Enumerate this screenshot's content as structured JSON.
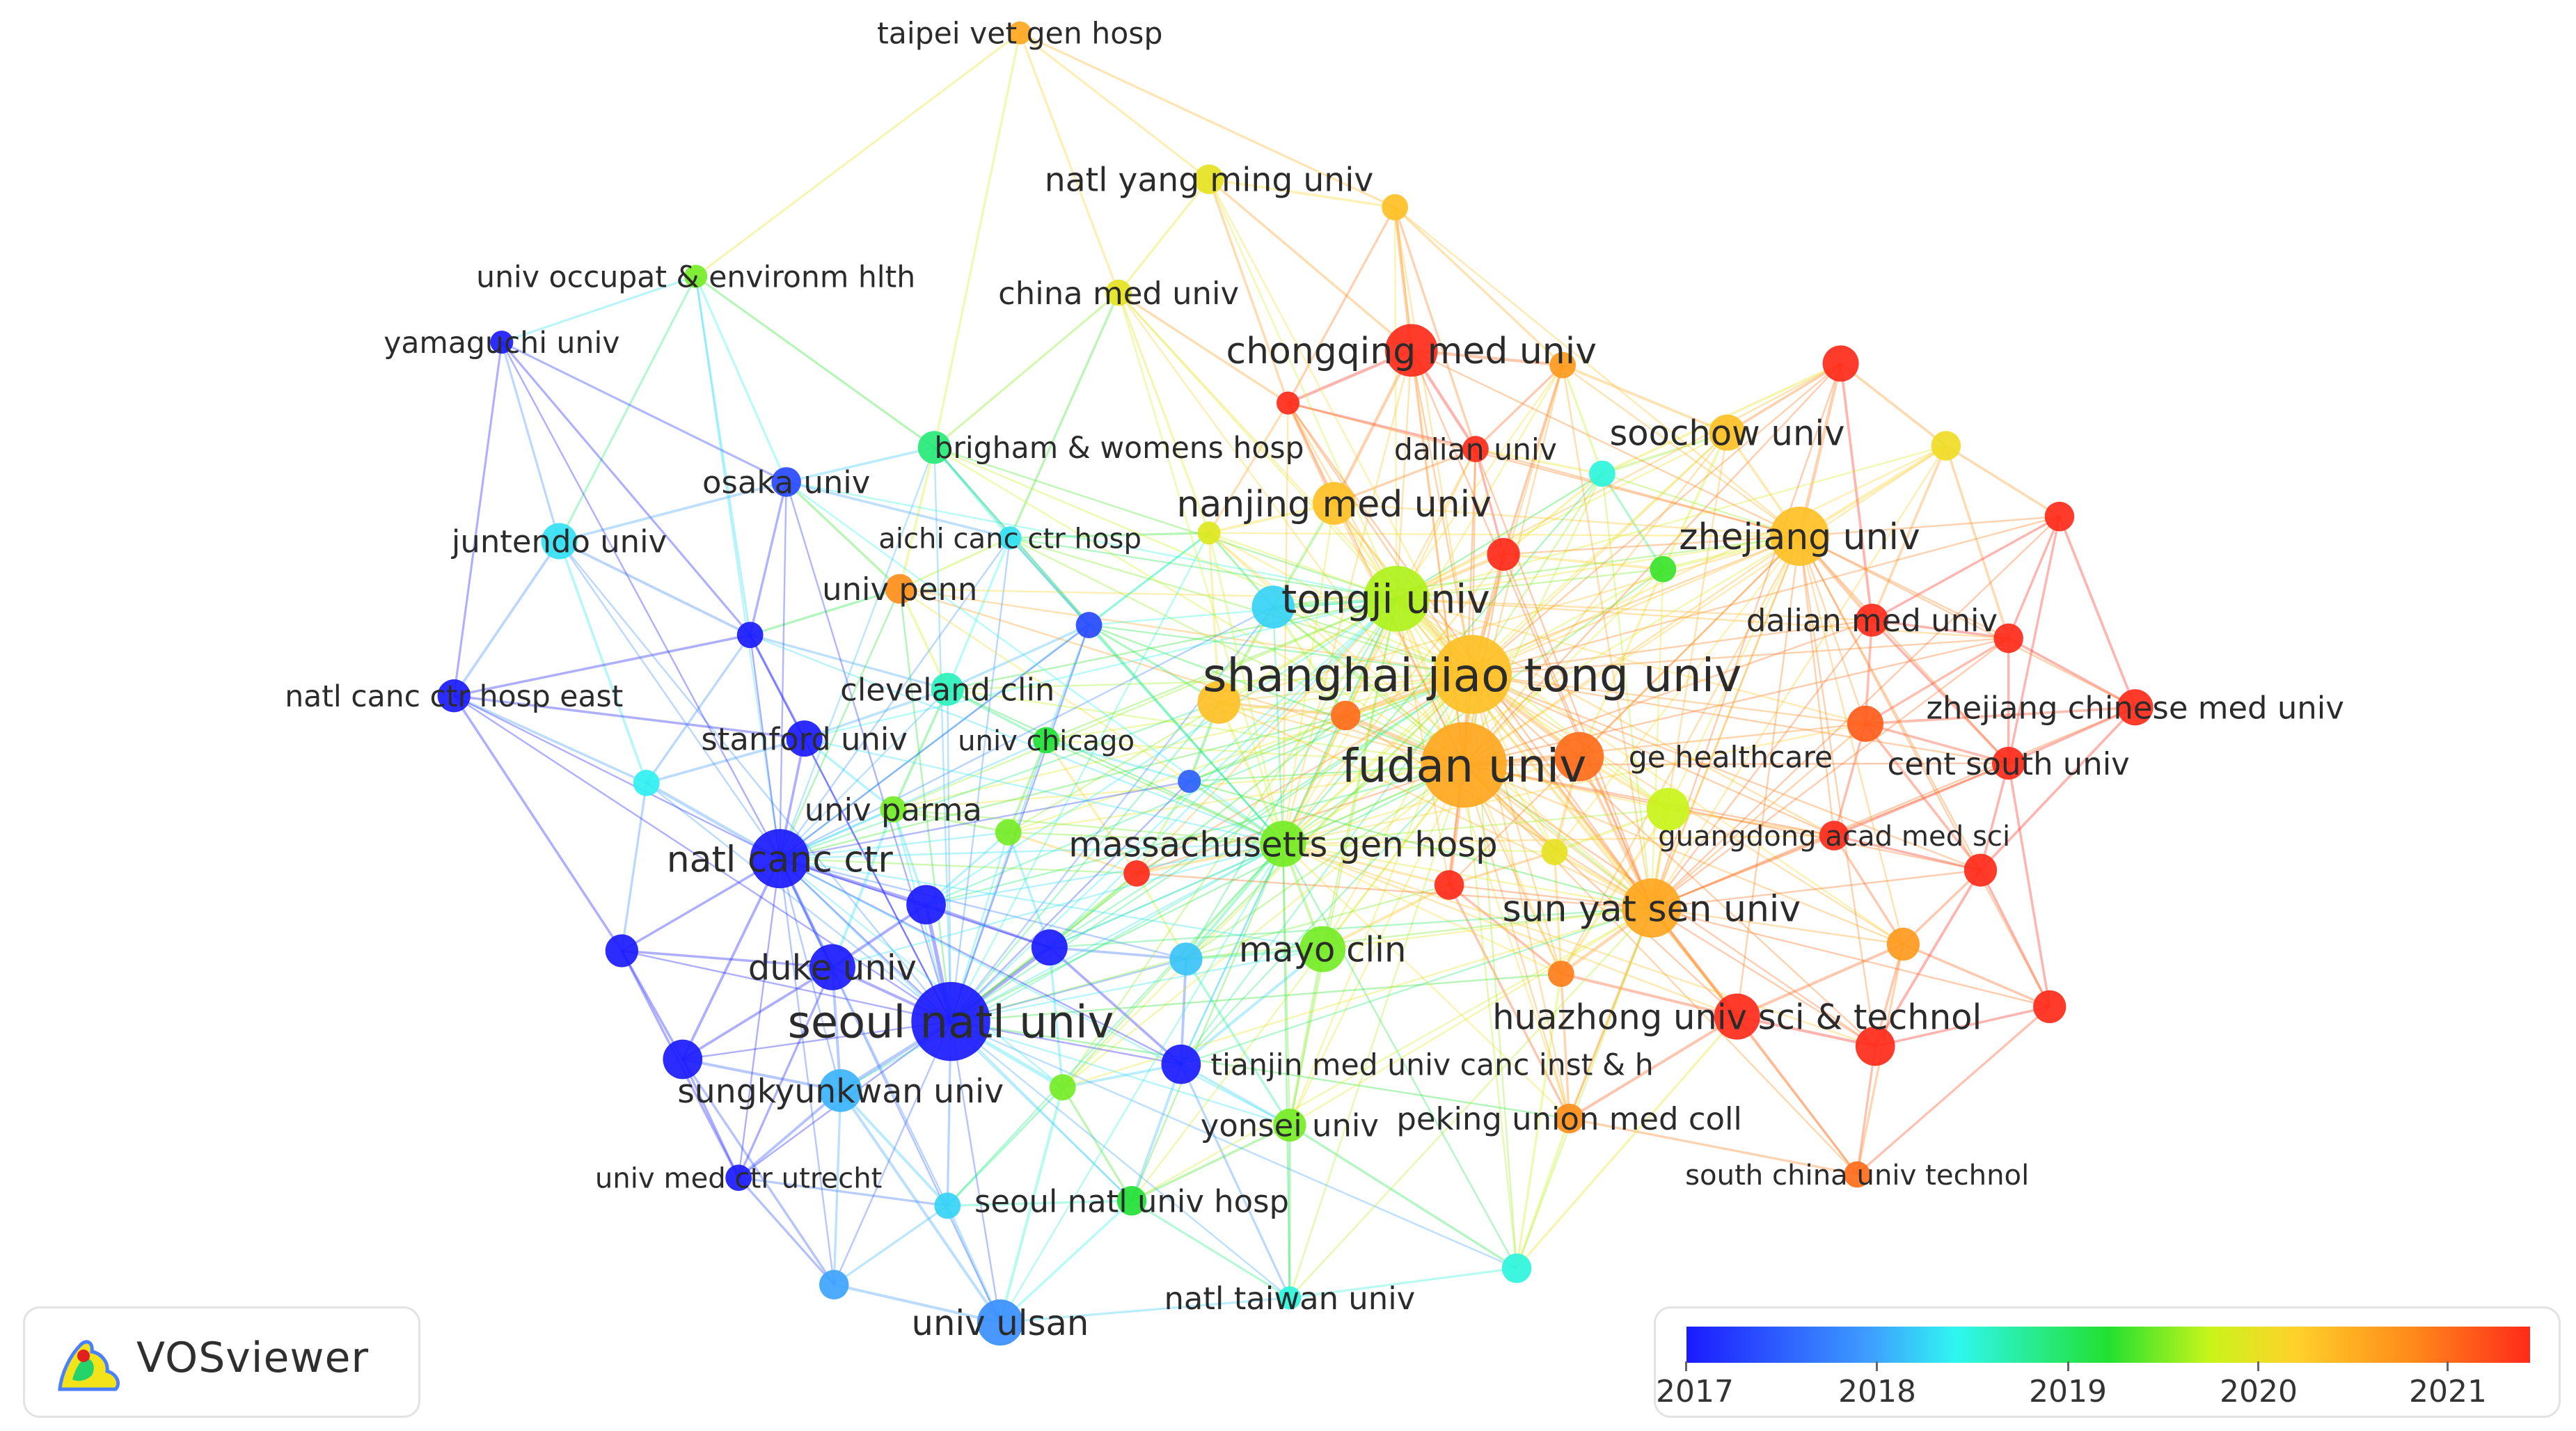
{
  "app": {
    "name": "VOSviewer"
  },
  "legend": {
    "years": [
      "2017",
      "2018",
      "2019",
      "2020",
      "2021"
    ],
    "color_stops": [
      "#1a1aff",
      "#3fa0ff",
      "#2ff7f0",
      "#22e030",
      "#c8f51a",
      "#ffd22a",
      "#ff8a1a",
      "#ff2a1a"
    ]
  },
  "network": {
    "labeled_nodes": [
      {
        "id": "taipei",
        "label": "taipei vet gen hosp",
        "year": 2020.2
      },
      {
        "id": "yangming",
        "label": "natl yang ming univ",
        "year": 2019.6
      },
      {
        "id": "occupat",
        "label": "univ occupat & environm hlth",
        "year": 2019.0
      },
      {
        "id": "chinamed",
        "label": "china med univ",
        "year": 2019.6
      },
      {
        "id": "yamaguchi",
        "label": "yamaguchi univ",
        "year": 2017.0
      },
      {
        "id": "chongqing",
        "label": "chongqing med univ",
        "year": 2021.0
      },
      {
        "id": "brigham",
        "label": "brigham & womens hosp",
        "year": 2018.5
      },
      {
        "id": "dalianu",
        "label": "dalian univ",
        "year": 2021.0
      },
      {
        "id": "soochow",
        "label": "soochow univ",
        "year": 2020.0
      },
      {
        "id": "osaka",
        "label": "osaka univ",
        "year": 2017.2
      },
      {
        "id": "nanjing",
        "label": "nanjing med univ",
        "year": 2020.0
      },
      {
        "id": "juntendo",
        "label": "juntendo univ",
        "year": 2018.0
      },
      {
        "id": "aichi",
        "label": "aichi canc ctr hosp",
        "year": 2018.0
      },
      {
        "id": "zhejiang",
        "label": "zhejiang univ",
        "year": 2020.0
      },
      {
        "id": "penn",
        "label": "univ penn",
        "year": 2020.4
      },
      {
        "id": "tongji",
        "label": "tongji univ",
        "year": 2019.2
      },
      {
        "id": "dalianmed",
        "label": "dalian med univ",
        "year": 2021.0
      },
      {
        "id": "cancer_east",
        "label": "natl canc ctr hosp east",
        "year": 2017.0
      },
      {
        "id": "cleveland",
        "label": "cleveland clin",
        "year": 2018.3
      },
      {
        "id": "sjtu",
        "label": "shanghai jiao tong univ",
        "year": 2020.0
      },
      {
        "id": "zjchinese",
        "label": "zhejiang chinese med univ",
        "year": 2021.0
      },
      {
        "id": "stanford",
        "label": "stanford univ",
        "year": 2017.0
      },
      {
        "id": "chicago",
        "label": "univ chicago",
        "year": 2018.7
      },
      {
        "id": "fudan",
        "label": "fudan univ",
        "year": 2020.2
      },
      {
        "id": "gehealth",
        "label": "ge healthcare",
        "year": 2020.6
      },
      {
        "id": "centsouth",
        "label": "cent south univ",
        "year": 2021.0
      },
      {
        "id": "parma",
        "label": "univ parma",
        "year": 2019.0
      },
      {
        "id": "guangdong",
        "label": "guangdong acad med sci",
        "year": 2021.0
      },
      {
        "id": "natlcanc",
        "label": "natl canc ctr",
        "year": 2017.0
      },
      {
        "id": "mgh",
        "label": "massachusetts gen hosp",
        "year": 2019.0
      },
      {
        "id": "sunyatsen",
        "label": "sun yat sen univ",
        "year": 2020.2
      },
      {
        "id": "duke",
        "label": "duke univ",
        "year": 2017.0
      },
      {
        "id": "mayo",
        "label": "mayo clin",
        "year": 2019.0
      },
      {
        "id": "seoul",
        "label": "seoul natl univ",
        "year": 2017.0
      },
      {
        "id": "huazhong",
        "label": "huazhong univ sci & technol",
        "year": 2021.0
      },
      {
        "id": "tianjin",
        "label": "tianjin med univ canc inst & h",
        "year": 2016.8
      },
      {
        "id": "sungkyunkwan",
        "label": "sungkyunkwan univ",
        "year": 2017.7
      },
      {
        "id": "yonsei",
        "label": "yonsei univ",
        "year": 2019.0
      },
      {
        "id": "pekingunion",
        "label": "peking union med coll",
        "year": 2020.4
      },
      {
        "id": "utrecht",
        "label": "univ med ctr utrecht",
        "year": 2016.8
      },
      {
        "id": "southchina",
        "label": "south china univ technol",
        "year": 2020.6
      },
      {
        "id": "seoulhosp",
        "label": "seoul natl univ hosp",
        "year": 2018.7
      },
      {
        "id": "taiwan",
        "label": "natl taiwan univ",
        "year": 2018.2
      },
      {
        "id": "ulsan",
        "label": "univ ulsan",
        "year": 2017.5
      }
    ]
  }
}
